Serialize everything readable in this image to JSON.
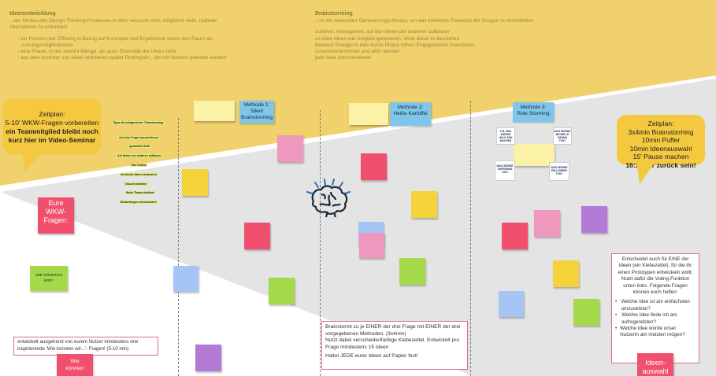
{
  "header": {
    "left": {
      "title": "Ideenentwicklung",
      "lines": [
        "...der Modus des Design Thinking-Prozesses in dem versucht wird, möglichst viele, radikale",
        "Alternativen zu erdenken!",
        "",
        "- ein Prozess der Öffnung in Bezug auf Konzepte und Ergebnisse sowie den Raum an",
        "  Lösungsmöglichkeiten",
        "- eine Phase, in der sowohl Menge, als auch Diversität der Ideen zählt",
        "- aus dem Inventar von Ideen entstehen später Prototypen , die mit Nutzern getestet werden"
      ]
    },
    "right": {
      "title": "Brainstorming",
      "lines": [
        "...ist ein bewusster Generierungs-Modus, um das kollektive Potenzial der Gruppe zu erschließen.",
        "",
        "zuhören, interagieren, auf den Ideen der anderen aufbauen",
        "so viele Ideen wie möglich generieren, ohne diese zu beurteilen",
        "bewusst Energie in eine kurze Phase hohen Engagements investieren",
        "zusammenkommen und aktiv werden",
        "jede Idee dokumentieren"
      ]
    }
  },
  "bubbles": {
    "left": {
      "l1": "Zeitplan:",
      "l2": "5-10' WKW-Fragen vorbereiten",
      "l3": "ein Teammitglied bleibt noch",
      "l4": "kurz hier im Video-Seminar"
    },
    "right": {
      "l1": "Zeitplan:",
      "l2": "3x4min Brainstorming",
      "l3": "10min Puffer",
      "l4": "10min Ideenauswahl",
      "l5": "15' Pause machen",
      "l6": "16:30Uhr zurück sein!"
    }
  },
  "sections": {
    "wkw_label": "Eure\nWKW-\nFragen:",
    "wie_koennten": "WIE KÖNNTEN\nWIR?",
    "wie_koennten_pink": "Wie\nkönnten",
    "left_instruction": "entwickelt ausgehend von eurem Nutzer mindestens drei inspirierende 'Wie könnten wir...'- Fragen! (5-10 min)",
    "ideen_auswahl": "Ideen-\nauswahl"
  },
  "methods": [
    {
      "label": "Methode 1:\nSilent\nBrainstorming"
    },
    {
      "label": "Methode 2:\nHeiße Kartoffel"
    },
    {
      "label": "Methode 3:\nRole Storming"
    }
  ],
  "tips": [
    "Tipps für erfolgreiches Teamstorming",
    "Auf eine Frage konzentrieren!",
    "Quantität zählt!",
    "Auf Ideen von anderen aufbauen",
    "Titel finden!",
    "Verrückte Ideen erwünscht",
    "Visuell arbeiten!",
    "Beim Thema bleiben!",
    "Bewertungen verschieben!"
  ],
  "role_notes": [
    "Z.B. WAS WÜRDE HULK-FAN MACHEN",
    "WAS WÜRDE MICHELLE OBAMA TUN?",
    "WAS WÜRDE SUPERMAN TUN?",
    "WAS WÜRDE EIN LEHRER TUN?"
  ],
  "brainstorm_instruction": {
    "p1": "Brainstormt zu je EINER der drei Frage mit EINER der drei vorgegebenen Methoden. (3x4min)",
    "p2": "Nutzt dabei verschiedenfarbige Klebezettel. Entwickelt pro Frage mindestens 15 Ideen",
    "p3": "Haltet JEDE eurer Ideen auf Papier fest!"
  },
  "selection": {
    "intro": "Entscheidet euch für EINE der Ideen (ein Klebezettel), für die ihr einen Prototypen entwickeln wollt. Nutzt dafür die Voting-Funktion unten links. Folgende Fragen können euch helfen:",
    "q1": "Welche Idee ist am einfachsten umzusetzen?",
    "q2": "Welche Idee finde ich am aufregendsten?",
    "q3": "Welche Idee würde unser NutzerIn am meisten mögen?"
  },
  "colors": {
    "header_yellow": "#f0d16c",
    "funnel_gray": "#e4e4e4",
    "bubble_yellow": "#f4c93f",
    "method_blue": "#7fc6ea",
    "note_pink": "#ef98be",
    "note_red": "#f0506e",
    "note_yellow": "#f4d33a",
    "note_green": "#a4da4a",
    "note_blue": "#a5c6f4",
    "note_purple": "#b37ad6",
    "note_lightyellow": "#fbf2a8"
  },
  "icons": [
    "brain-icon"
  ]
}
